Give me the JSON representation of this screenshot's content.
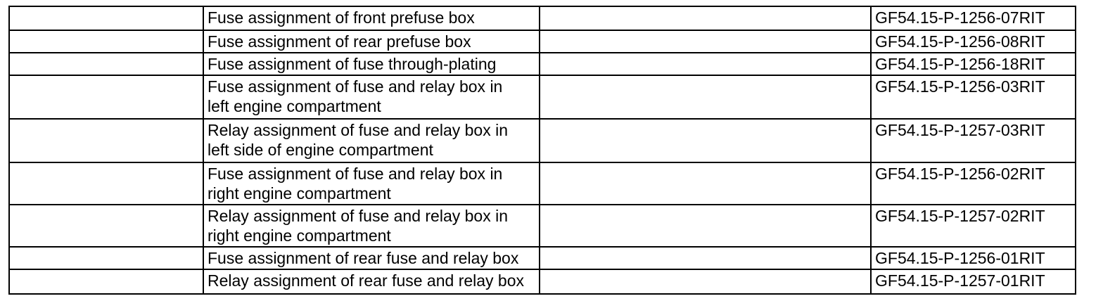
{
  "colors": {
    "border": "#000000",
    "text": "#000000",
    "background": "#ffffff"
  },
  "table": {
    "columns": [
      "",
      "description",
      "",
      "document_code"
    ],
    "rows": [
      {
        "description": "Fuse assignment of front prefuse box",
        "code": "GF54.15-P-1256-07RIT"
      },
      {
        "description": "Fuse assignment of rear prefuse box",
        "code": "GF54.15-P-1256-08RIT"
      },
      {
        "description": "Fuse assignment of fuse through-plating",
        "code": "GF54.15-P-1256-18RIT"
      },
      {
        "description": "Fuse assignment of fuse and relay box in\nleft engine compartment",
        "code": "GF54.15-P-1256-03RIT"
      },
      {
        "description": "Relay assignment of fuse and relay box in\nleft side of engine compartment",
        "code": "GF54.15-P-1257-03RIT"
      },
      {
        "description": "Fuse assignment of fuse and relay box in\nright engine compartment",
        "code": "GF54.15-P-1256-02RIT"
      },
      {
        "description": "Relay assignment of fuse and relay box in\nright engine compartment",
        "code": "GF54.15-P-1257-02RIT"
      },
      {
        "description": "Fuse assignment of rear fuse and relay box",
        "code": "GF54.15-P-1256-01RIT"
      },
      {
        "description": "Relay assignment of rear fuse and relay box",
        "code": "GF54.15-P-1257-01RIT"
      }
    ]
  }
}
